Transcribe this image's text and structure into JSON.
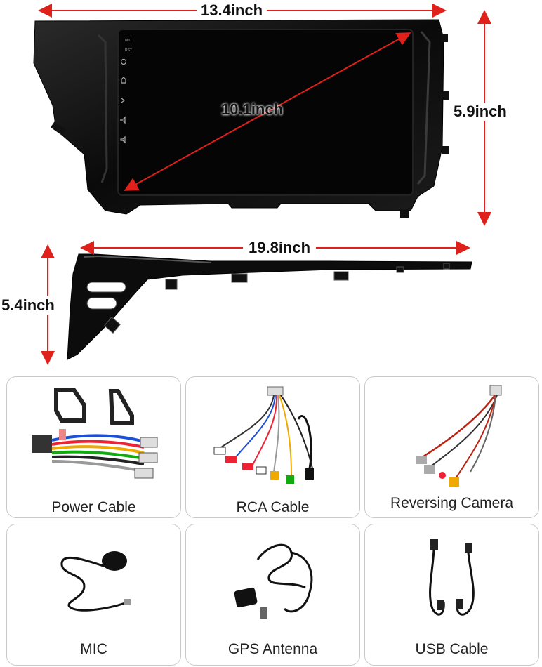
{
  "dimensions": {
    "top_width": "13.4inch",
    "diagonal": "10.1inch",
    "height": "5.9inch",
    "side_length": "19.8inch",
    "side_height": "5.4inch"
  },
  "screen_buttons": [
    "MIC",
    "RST"
  ],
  "accessories": [
    {
      "label": "Power Cable",
      "icon": "power-cable-harness"
    },
    {
      "label": "RCA Cable",
      "icon": "rca-cable-bundle"
    },
    {
      "label": "Reversing Camera",
      "icon": "reversing-camera-cable"
    },
    {
      "label": "MIC",
      "icon": "microphone"
    },
    {
      "label": "GPS Antenna",
      "icon": "gps-antenna"
    },
    {
      "label": "USB Cable",
      "icon": "usb-cable"
    }
  ],
  "colors": {
    "arrow": "#e0201b",
    "frame": "#0b0b0b",
    "card_border": "#c9c9c9"
  }
}
